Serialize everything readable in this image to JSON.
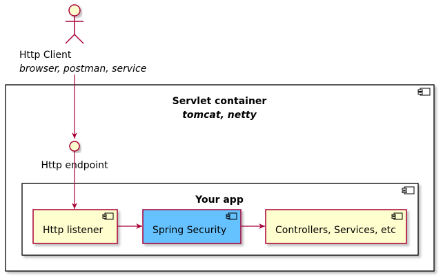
{
  "actor": {
    "name": "Http Client",
    "stereotype": "browser, postman, service"
  },
  "container": {
    "title": "Servlet container",
    "subtitle": "tomcat, netty"
  },
  "interface": {
    "label": "Http endpoint"
  },
  "app": {
    "title": "Your app",
    "components": [
      {
        "label": "Http listener",
        "fill": "#FEFECE"
      },
      {
        "label": "Spring Security",
        "fill": "#66C2FF"
      },
      {
        "label": "Controllers, Services, etc",
        "fill": "#FEFECE"
      }
    ]
  },
  "colors": {
    "border": "#A80036",
    "actor_fill": "#FEFECE",
    "frame_border": "#000000",
    "shadow": "#cfcfcf"
  }
}
